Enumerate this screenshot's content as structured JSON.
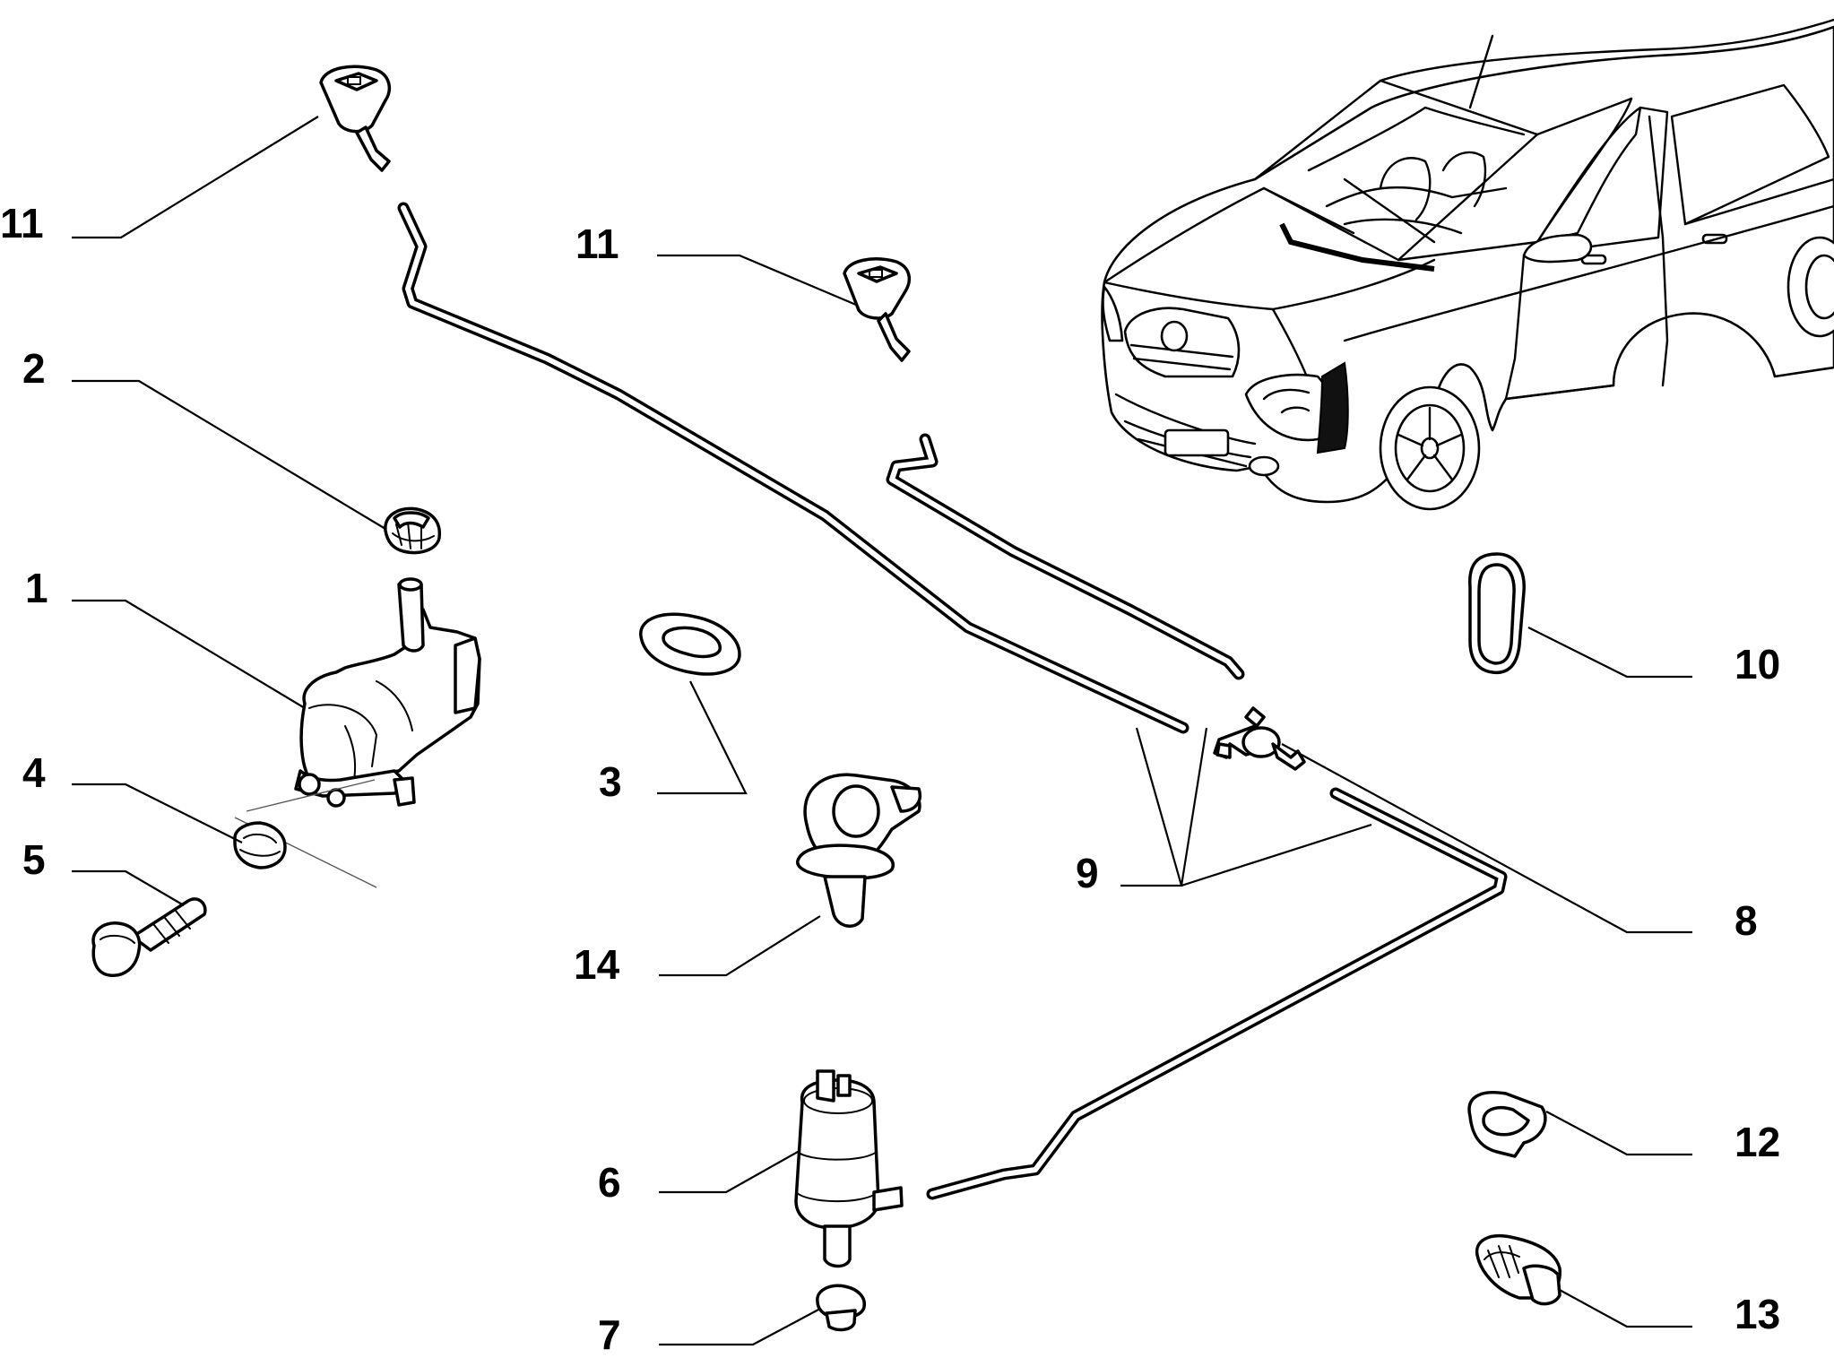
{
  "diagram": {
    "type": "exploded parts diagram",
    "callouts": [
      {
        "id": "c11a",
        "label": "11"
      },
      {
        "id": "c11b",
        "label": "11"
      },
      {
        "id": "c2",
        "label": "2"
      },
      {
        "id": "c1",
        "label": "1"
      },
      {
        "id": "c4",
        "label": "4"
      },
      {
        "id": "c5",
        "label": "5"
      },
      {
        "id": "c3",
        "label": "3"
      },
      {
        "id": "c14",
        "label": "14"
      },
      {
        "id": "c6",
        "label": "6"
      },
      {
        "id": "c7",
        "label": "7"
      },
      {
        "id": "c9",
        "label": "9"
      },
      {
        "id": "c8",
        "label": "8"
      },
      {
        "id": "c10",
        "label": "10"
      },
      {
        "id": "c12",
        "label": "12"
      },
      {
        "id": "c13",
        "label": "13"
      }
    ]
  }
}
